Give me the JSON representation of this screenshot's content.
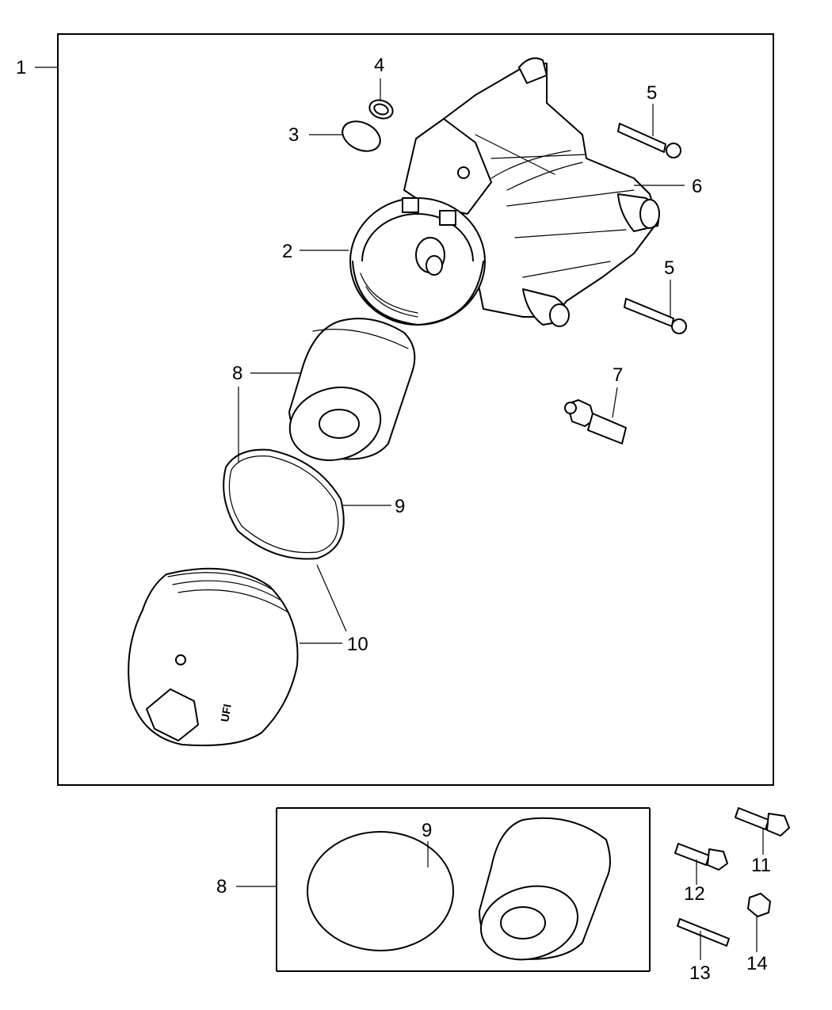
{
  "callouts": {
    "c1": "1",
    "c2": "2",
    "c3": "3",
    "c4": "4",
    "c5a": "5",
    "c5b": "5",
    "c6": "6",
    "c7": "7",
    "c8a": "8",
    "c9a": "9",
    "c10": "10",
    "c8b": "8",
    "c9b": "9",
    "c11": "11",
    "c12": "12",
    "c13": "13",
    "c14": "14"
  },
  "cap_text": "UFI"
}
